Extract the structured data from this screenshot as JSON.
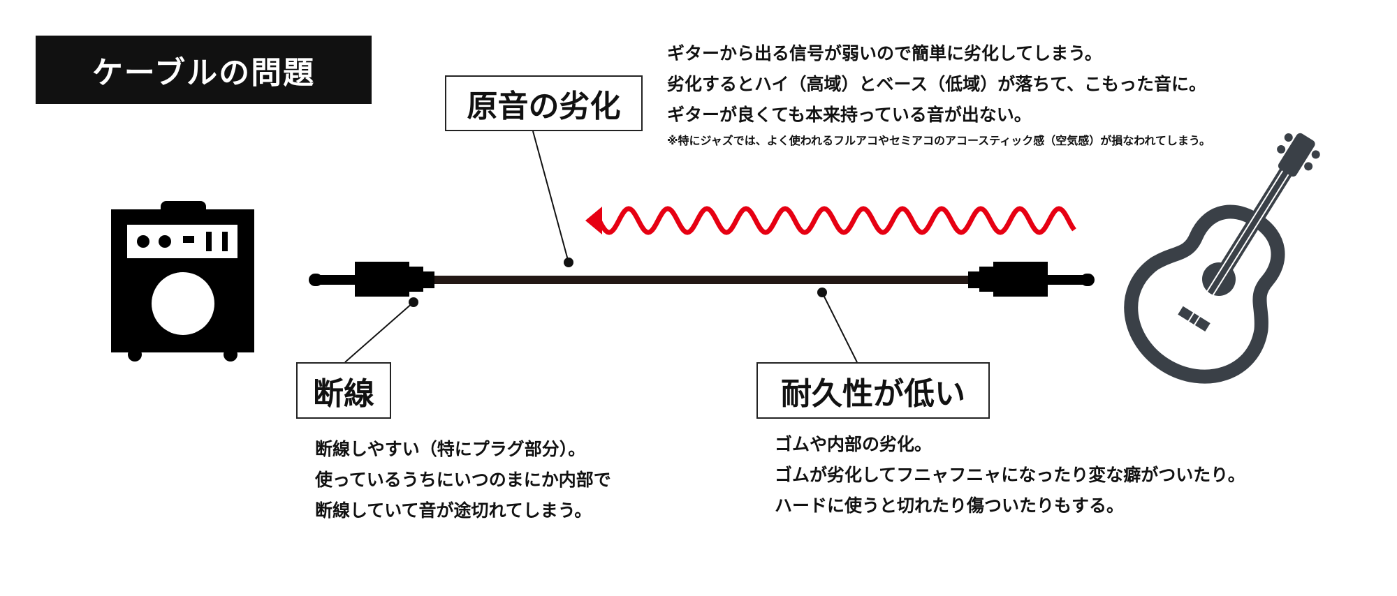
{
  "title": "ケーブルの問題",
  "labels": {
    "degradation": "原音の劣化",
    "disconnection": "断線",
    "low_durability": "耐久性が低い"
  },
  "degradation_text": {
    "lines": [
      "ギターから出る信号が弱いので簡単に劣化してしまう。",
      "劣化するとハイ（高域）とベース（低域）が落ちて、こもった音に。",
      "ギターが良くても本来持っている音が出ない。"
    ],
    "note": "※特にジャズでは、よく使われるフルアコやセミアコのアコースティック感（空気感）が損なわれてしまう。"
  },
  "disconnection_text": {
    "lines": [
      "断線しやすい（特にプラグ部分）。",
      "使っているうちにいつのまにか内部で",
      "断線していて音が途切れてしまう。"
    ]
  },
  "durability_text": {
    "lines": [
      "ゴムや内部の劣化。",
      "ゴムが劣化してフニャフニャになったり変な癖がついたり。",
      "ハードに使うと切れたり傷ついたりもする。"
    ]
  },
  "icons": [
    "amplifier-icon",
    "cable-icon",
    "signal-wave-arrow-icon",
    "acoustic-guitar-icon"
  ],
  "colors": {
    "wave": "#e60012",
    "guitar": "#3a4047",
    "cable": "#231815",
    "ink": "#111111"
  }
}
